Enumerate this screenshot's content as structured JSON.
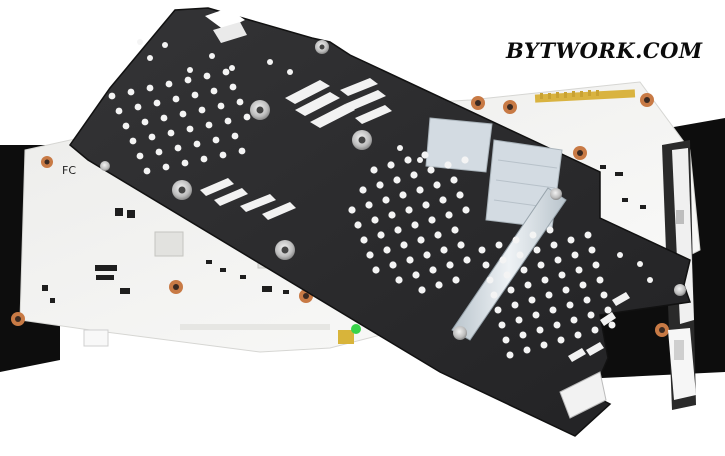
{
  "watermark": {
    "text": "BYTWORK.COM"
  },
  "pcb_marking": {
    "text": "FC"
  },
  "colors": {
    "background": "#ffffff",
    "backplate": "#2b2b2d",
    "pcb": "#f3f3f1",
    "bracket": "#1a1a1a",
    "thermal_pad": "#cfd8e0",
    "screw_copper": "#c87a45",
    "gold_contacts": "#d9b340",
    "green_led": "#39d34a"
  },
  "icons": {
    "watermark": "text-watermark",
    "board": "pcb-board-icon",
    "plate": "metal-backplate-icon"
  }
}
